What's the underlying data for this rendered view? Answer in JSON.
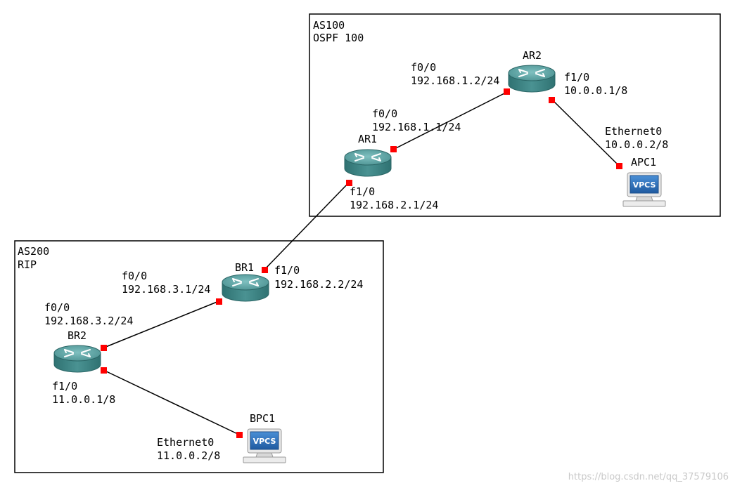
{
  "areas": {
    "as100": {
      "line1": "AS100",
      "line2": "OSPF 100"
    },
    "as200": {
      "line1": "AS200",
      "line2": "RIP"
    }
  },
  "devices": {
    "ar1": {
      "name": "AR1",
      "type": "router"
    },
    "ar2": {
      "name": "AR2",
      "type": "router"
    },
    "br1": {
      "name": "BR1",
      "type": "router"
    },
    "br2": {
      "name": "BR2",
      "type": "router"
    },
    "apc1": {
      "name": "APC1",
      "type": "vpcs",
      "badge": "VPCS"
    },
    "bpc1": {
      "name": "BPC1",
      "type": "vpcs",
      "badge": "VPCS"
    }
  },
  "interfaces": {
    "ar2_f00": {
      "port": "f0/0",
      "ip": "192.168.1.2/24"
    },
    "ar2_f10": {
      "port": "f1/0",
      "ip": "10.0.0.1/8"
    },
    "ar1_f00": {
      "port": "f0/0",
      "ip": "192.168.1.1/24"
    },
    "ar1_f10": {
      "port": "f1/0",
      "ip": "192.168.2.1/24"
    },
    "apc1_eth0": {
      "port": "Ethernet0",
      "ip": "10.0.0.2/8"
    },
    "br1_f00": {
      "port": "f0/0",
      "ip": "192.168.3.1/24"
    },
    "br1_f10": {
      "port": "f1/0",
      "ip": "192.168.2.2/24"
    },
    "br2_f00": {
      "port": "f0/0",
      "ip": "192.168.3.2/24"
    },
    "br2_f10": {
      "port": "f1/0",
      "ip": "11.0.0.1/8"
    },
    "bpc1_eth0": {
      "port": "Ethernet0",
      "ip": "11.0.0.2/8"
    }
  },
  "links": [
    {
      "from": "AR1",
      "to": "AR2"
    },
    {
      "from": "AR2",
      "to": "APC1"
    },
    {
      "from": "AR1",
      "to": "BR1"
    },
    {
      "from": "BR1",
      "to": "BR2"
    },
    {
      "from": "BR2",
      "to": "BPC1"
    }
  ],
  "watermark": "https://blog.csdn.net/qq_37579106",
  "colors": {
    "router_top": "#5fa3a3",
    "router_body": "#3f8585",
    "port": "#ff0000",
    "link": "#000000",
    "vpcs_screen": "#2f6fb6"
  }
}
